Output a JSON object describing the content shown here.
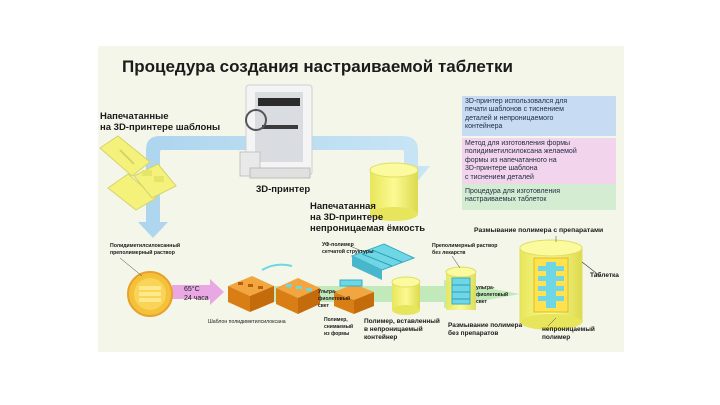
{
  "title": "Процедура создания настраиваемой таблетки",
  "labels": {
    "printed_templates_1": "Напечатанные",
    "printed_templates_2": "на 3D-принтере шаблоны",
    "printer": "3D-принтер",
    "container_1": "Напечатанная",
    "container_2": "на 3D-принтере",
    "container_3": "непроницаемая ёмкость",
    "pdms_1": "Полидиметилсилоксанный",
    "pdms_2": "преполимерный раствор",
    "temp": "65°C",
    "time": "24 часа",
    "pdms_template": "Шаблон полидиметилсилоксана",
    "uv_polymer_1": "УФ-полимер",
    "uv_polymer_2": "сетчатой структуры",
    "uv_light_1": "Ультра-",
    "uv_light_2": "фиолетовый",
    "uv_light_3": "свет",
    "polymer_removed_1": "Полимер,",
    "polymer_removed_2": "снимаемый",
    "polymer_removed_3": "из формы",
    "polymer_inserted_1": "Полимер, вставленный",
    "polymer_inserted_2": "в непроницаемый",
    "polymer_inserted_3": "контейнер",
    "drugfree_1": "Преполимерный раствор",
    "drugfree_2": "без лекарств",
    "uv2_1": "ультра-",
    "uv2_2": "фиолетовый",
    "uv2_3": "свет",
    "swell_nodrug_1": "Размывание полимера",
    "swell_nodrug_2": "без препаратов",
    "swell_drug": "Размывание полимера с препаратами",
    "tablet": "Таблетка",
    "impermeable_1": "непроницаемый",
    "impermeable_2": "полимер"
  },
  "legend": {
    "blue": {
      "color": "#c7dcf3",
      "lines": [
        "3D-принтер использовался для",
        "печати шаблонов с тиснением",
        "деталей и непроницаемого",
        "контейнера"
      ]
    },
    "pink": {
      "color": "#f2d4ec",
      "lines": [
        "Метод для изготовления формы",
        "полидиметилсилоксана желаемой",
        "формы из напечатанного на",
        "3D-принтере шаблона",
        "с тиснением деталей"
      ]
    },
    "green": {
      "color": "#d4ecd2",
      "lines": [
        "Процедура для изготовления",
        "настраиваемых таблеток"
      ]
    }
  },
  "colors": {
    "flow_arrow": "#a9d3ee",
    "pink_arrow": "#e9a8e4",
    "green_arrow": "#b8e6b2",
    "yellow": "#f4f27a",
    "orange": "#e58d1e",
    "cyan": "#6fd6e6"
  }
}
